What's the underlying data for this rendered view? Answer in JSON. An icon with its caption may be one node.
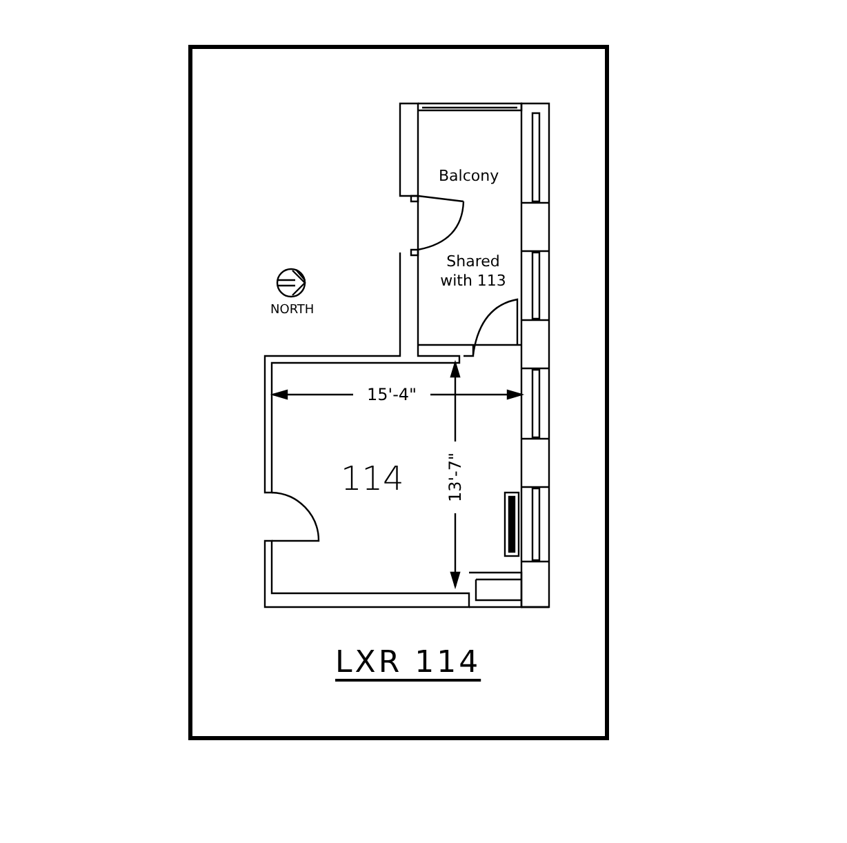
{
  "diagram": {
    "caption": "LXR 114",
    "labels": [
      "Balcony",
      "Shared with 113",
      "NORTH",
      "15'-4\"",
      "114",
      "13'-7\""
    ]
  }
}
